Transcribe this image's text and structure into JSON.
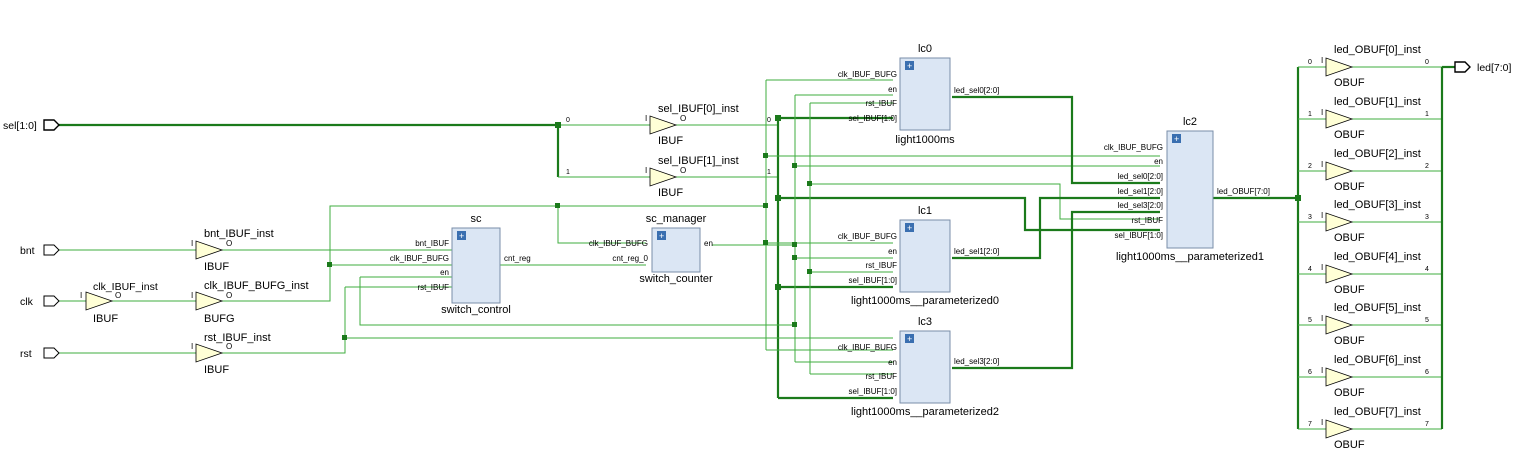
{
  "ports": {
    "sel": "sel[1:0]",
    "bnt": "bnt",
    "clk": "clk",
    "rst": "rst",
    "led": "led[7:0]"
  },
  "input_buffers": {
    "clk_ibuf": {
      "name": "clk_IBUF_inst",
      "type": "IBUF"
    },
    "bnt_ibuf": {
      "name": "bnt_IBUF_inst",
      "type": "IBUF"
    },
    "clk_bufg": {
      "name": "clk_IBUF_BUFG_inst",
      "type": "BUFG"
    },
    "rst_ibuf": {
      "name": "rst_IBUF_inst",
      "type": "IBUF"
    },
    "sel0_ibuf": {
      "name": "sel_IBUF[0]_inst",
      "type": "IBUF",
      "bit": "0"
    },
    "sel1_ibuf": {
      "name": "sel_IBUF[1]_inst",
      "type": "IBUF",
      "bit": "1"
    },
    "pin_in": "I",
    "pin_out": "O"
  },
  "cells": {
    "sc": {
      "name": "sc",
      "type": "switch_control",
      "inputs": [
        "bnt_IBUF",
        "clk_IBUF_BUFG",
        "en",
        "rst_IBUF"
      ],
      "outputs": [
        "cnt_reg"
      ]
    },
    "sc_manager": {
      "name": "sc_manager",
      "type": "switch_counter",
      "inputs": [
        "clk_IBUF_BUFG",
        "cnt_reg_0"
      ],
      "outputs": [
        "en"
      ]
    },
    "lc0": {
      "name": "lc0",
      "type": "light1000ms",
      "inputs": [
        "clk_IBUF_BUFG",
        "en",
        "rst_IBUF",
        "sel_IBUF[1:0]"
      ],
      "outputs": [
        "led_sel0[2:0]"
      ]
    },
    "lc1": {
      "name": "lc1",
      "type": "light1000ms__parameterized0",
      "inputs": [
        "clk_IBUF_BUFG",
        "en",
        "rst_IBUF",
        "sel_IBUF[1:0]"
      ],
      "outputs": [
        "led_sel1[2:0]"
      ]
    },
    "lc3": {
      "name": "lc3",
      "type": "light1000ms__parameterized2",
      "inputs": [
        "clk_IBUF_BUFG",
        "en",
        "rst_IBUF",
        "sel_IBUF[1:0]"
      ],
      "outputs": [
        "led_sel3[2:0]"
      ]
    },
    "lc2": {
      "name": "lc2",
      "type": "light1000ms__parameterized1",
      "inputs": [
        "clk_IBUF_BUFG",
        "en",
        "led_sel0[2:0]",
        "led_sel1[2:0]",
        "led_sel3[2:0]",
        "rst_IBUF",
        "sel_IBUF[1:0]"
      ],
      "outputs": [
        "led_OBUF[7:0]"
      ]
    }
  },
  "output_buffers": {
    "type": "OBUF",
    "pin_in": "I",
    "items": [
      {
        "name": "led_OBUF[0]_inst",
        "bit": "0"
      },
      {
        "name": "led_OBUF[1]_inst",
        "bit": "1"
      },
      {
        "name": "led_OBUF[2]_inst",
        "bit": "2"
      },
      {
        "name": "led_OBUF[3]_inst",
        "bit": "3"
      },
      {
        "name": "led_OBUF[4]_inst",
        "bit": "4"
      },
      {
        "name": "led_OBUF[5]_inst",
        "bit": "5"
      },
      {
        "name": "led_OBUF[6]_inst",
        "bit": "6"
      },
      {
        "name": "led_OBUF[7]_inst",
        "bit": "7"
      }
    ]
  },
  "colors": {
    "wire": "#3fae3f",
    "bus": "#1b7a1b",
    "cell_fill": "#dbe6f4",
    "buffer_fill": "#ffffd6"
  }
}
